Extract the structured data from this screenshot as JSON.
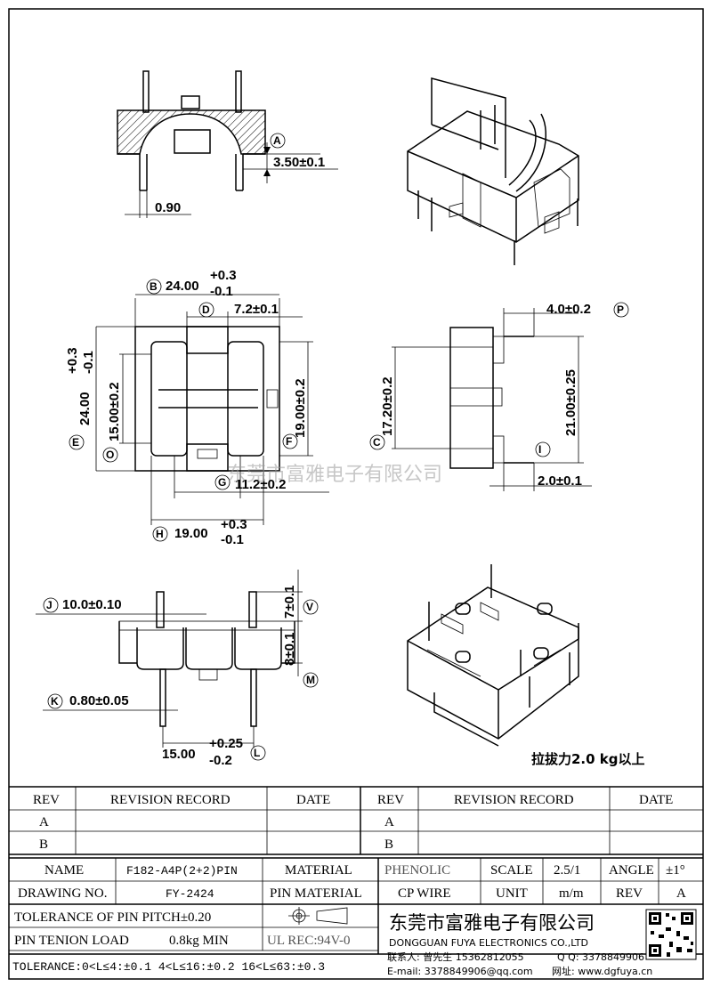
{
  "dims": {
    "a": "3.50±0.1",
    "pin_w": "0.90",
    "b_main": "24.00",
    "b_tol_up": "+0.3",
    "b_tol_dn": "-0.1",
    "d": "7.2±0.1",
    "e_main": "24.00",
    "e_tol_up": "+0.3",
    "e_tol_dn": "-0.1",
    "o": "15.00±0.2",
    "f": "19.00±0.2",
    "g": "11.2±0.2",
    "h_main": "19.00",
    "h_tol_up": "+0.3",
    "h_tol_dn": "-0.1",
    "p": "4.0±0.2",
    "c": "17.20±0.2",
    "i": "21.00±0.25",
    "side_pin": "2.0±0.1",
    "j": "10.0±0.10",
    "v": "7±0.1",
    "m": "8±0.1",
    "k": "0.80±0.05",
    "l_main": "15.00",
    "l_tol_up": "+0.25",
    "l_tol_dn": "-0.2"
  },
  "bubbles": [
    "A",
    "B",
    "D",
    "E",
    "O",
    "F",
    "G",
    "H",
    "P",
    "C",
    "I",
    "J",
    "V",
    "M",
    "K",
    "L"
  ],
  "note": "拉拔力2.0 kg以上",
  "watermark": "东莞市富雅电子有限公司",
  "revision_table": {
    "headers": [
      "REV",
      "REVISION RECORD",
      "DATE",
      "REV",
      "REVISION RECORD",
      "DATE"
    ],
    "rows": [
      [
        "A",
        "",
        "",
        "A",
        "",
        ""
      ],
      [
        "B",
        "",
        "",
        "B",
        "",
        ""
      ]
    ]
  },
  "title_block": {
    "name_label": "NAME",
    "name_value": "F182-A4P(2+2)PIN",
    "material_label": "MATERIAL",
    "material_value": "PHENOLIC",
    "scale_label": "SCALE",
    "scale_value": "2.5/1",
    "angle_label": "ANGLE",
    "angle_value": "±1°",
    "drawing_no_label": "DRAWING NO.",
    "drawing_no_value": "FY-2424",
    "pin_material_label": "PIN MATERIAL",
    "pin_material_value": "CP WIRE",
    "unit_label": "UNIT",
    "unit_value": "m/m",
    "rev_label": "REV",
    "rev_value": "A",
    "pitch_tol": "TOLERANCE OF PIN PITCH±0.20",
    "pin_tenion_label": "PIN TENION LOAD",
    "pin_tenion_value": "0.8kg MIN",
    "ul": "UL REC:94V-0",
    "tolerance": "TOLERANCE:0<L≤4:±0.1  4<L≤16:±0.2  16<L≤63:±0.3"
  },
  "company": {
    "cn": "东莞市富雅电子有限公司",
    "en": "DONGGUAN FUYA ELECTRONICS CO.,LTD",
    "contact": "联系人: 曾先生 15362812055",
    "qq": "Q Q: 3378849906",
    "email": "E-mail: 3378849906@qq.com",
    "web": "网址: www.dgfuya.cn"
  }
}
